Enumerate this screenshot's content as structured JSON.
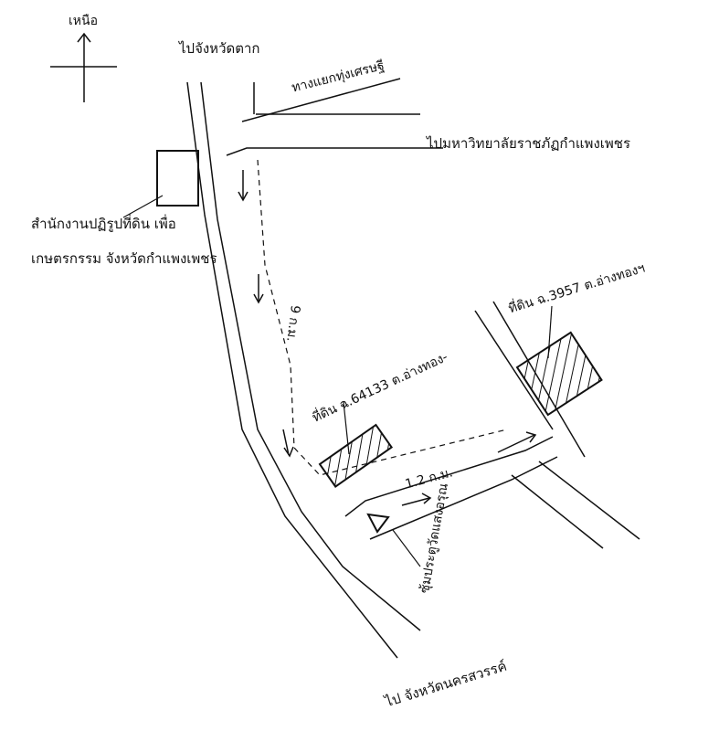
{
  "compass": {
    "north_label": "เหนือ"
  },
  "destinations": {
    "to_tak": "ไปจังหวัดตาก",
    "to_rajabhat": "ไปมหาวิทยาลัยราชภัฏกำแพงเพชร",
    "to_nakhon_sawan": "ไป  จังหวัดนครสวรรค์"
  },
  "landmarks": {
    "junction": "ทางแยกทุ่งเศรษฐี",
    "office_line1": "สำนักงานปฏิรูปที่ดิน เพื่อ",
    "office_line2": "เกษตรกรรม  จังหวัดกำแพงเพชร",
    "bus_stop": "ซุ้มประตูวัดแสงอรุณ"
  },
  "parcels": {
    "parcel_a": "ที่ดิน ฉ.3957 ต.อ่างทองฯ",
    "parcel_b": "ที่ดิน ฉ.64133 ต.อ่างทอง-"
  },
  "distances": {
    "main_road": "9 ก.ม.",
    "side_road": "1.2 ก.ม."
  }
}
